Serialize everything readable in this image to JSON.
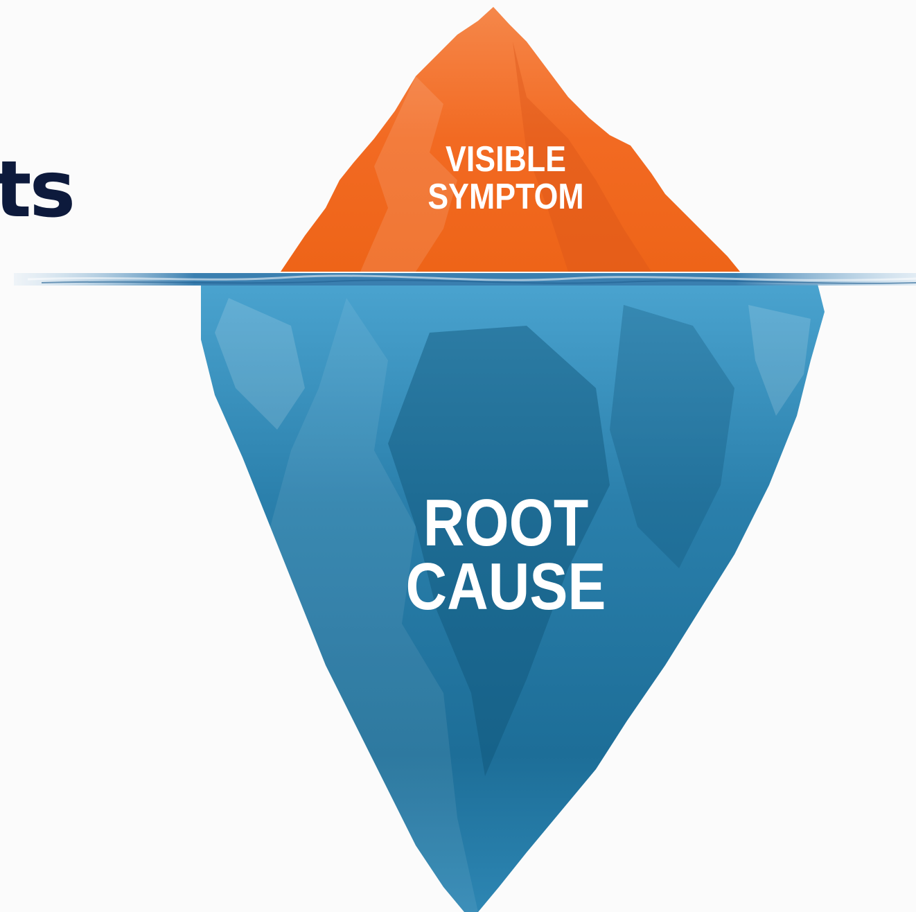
{
  "heading": {
    "fragment": "ts"
  },
  "iceberg": {
    "tip_label_line1": "VISIBLE",
    "tip_label_line2": "SYMPTOM",
    "base_label_line1": "ROOT",
    "base_label_line2": "CAUSE"
  },
  "colors": {
    "tip": "#f26a22",
    "base": "#2e82ad",
    "base_dark": "#12587d",
    "waterline": "#3a7fb0",
    "heading": "#0d1a3c",
    "background": "#fbfbfb"
  }
}
